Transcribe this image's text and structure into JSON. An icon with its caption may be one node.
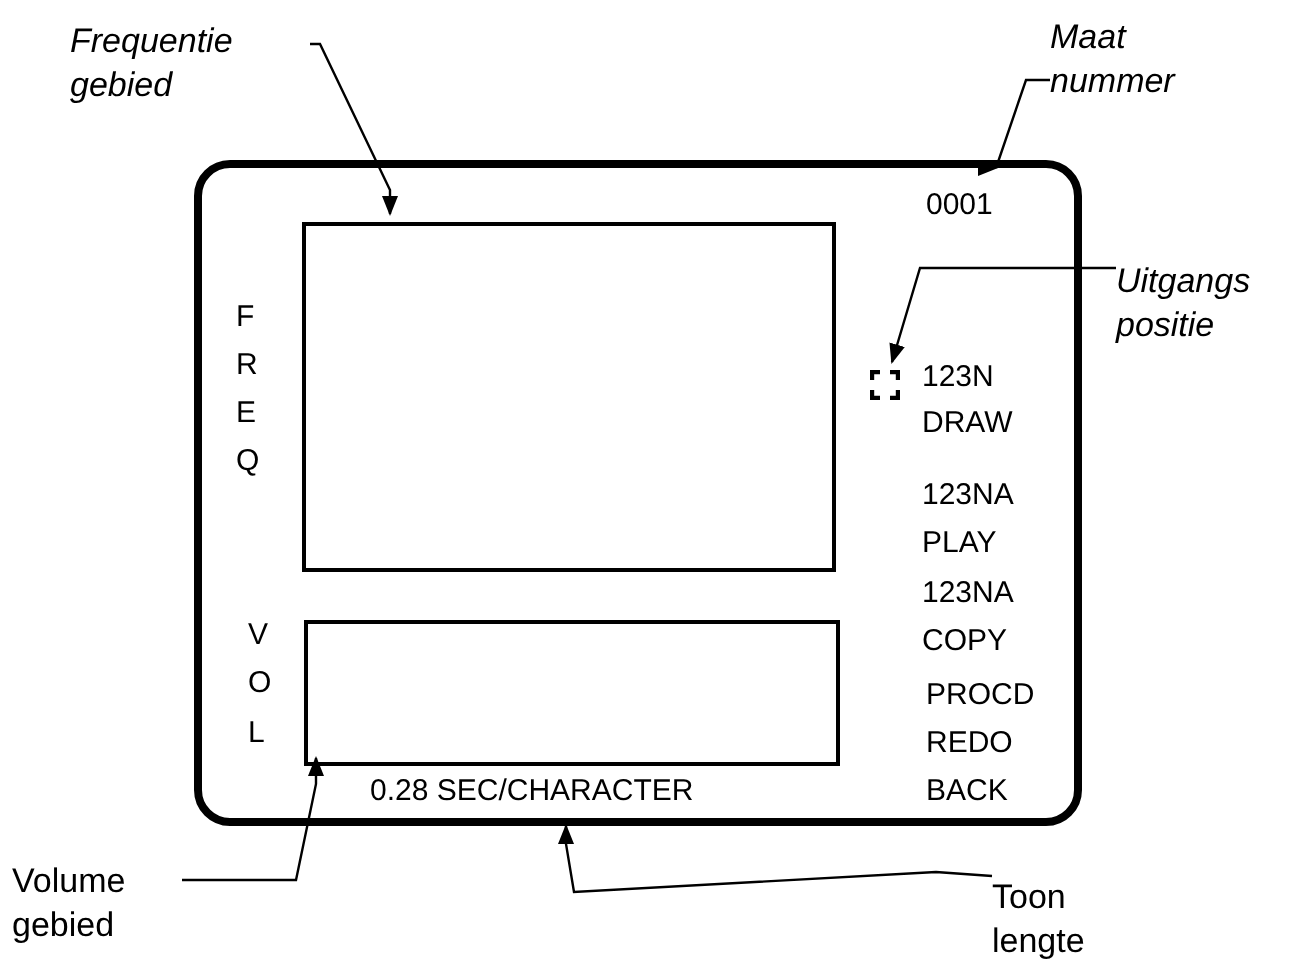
{
  "diagram": {
    "nodes": [
      {
        "text": [],
        "shape": "box"
      },
      {
        "text": [],
        "shape": "box",
        "in": 0
      },
      {
        "text": [],
        "shape": "box",
        "in": 0
      },
      {
        "text": [
          "Frequentie gebied"
        ]
      },
      {
        "text": [
          "Maat nummer"
        ]
      },
      {
        "text": [
          "Uitgangs positie"
        ]
      },
      {
        "text": [
          "Volume gebied"
        ]
      },
      {
        "text": [
          "Toon lengte"
        ]
      },
      {
        "text": [],
        "shape": "box",
        "in": 0
      }
    ],
    "edges": [
      {
        "from": 3,
        "to": 1,
        "arrow": "to"
      },
      {
        "from": 4,
        "to": 0,
        "arrow": "to"
      },
      {
        "from": 5,
        "to": 8,
        "arrow": "to"
      },
      {
        "from": 6,
        "to": 2,
        "arrow": "to"
      },
      {
        "from": 7,
        "to": 0,
        "arrow": "to"
      }
    ],
    "labels": [
      "0001",
      "F",
      "R",
      "E",
      "Q",
      "123N",
      "DRAW",
      "123NA",
      "PLAY",
      "123NA",
      "COPY",
      "V",
      "O",
      "L",
      "PROCD",
      "REDO",
      "BACK",
      "0.28 SEC/CHARACTER"
    ]
  }
}
